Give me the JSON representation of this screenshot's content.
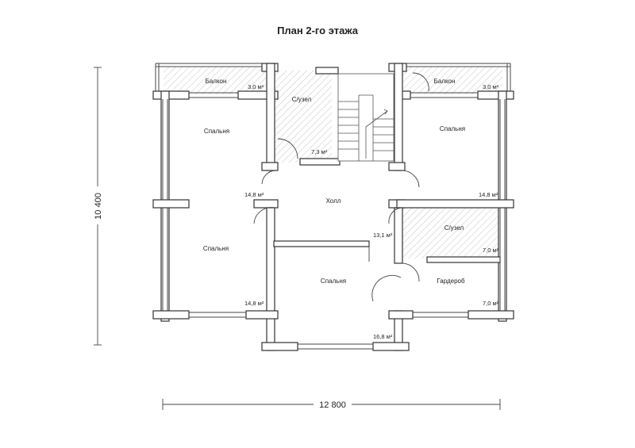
{
  "title": "План 2-го этажа",
  "dimensions": {
    "width": "12 800",
    "height": "10 400"
  },
  "rooms": {
    "balcony_left": {
      "name": "Балкон",
      "area": "3,0 м²"
    },
    "balcony_right": {
      "name": "Балкон",
      "area": "3,0 м²"
    },
    "bath_top": {
      "name": "С/узел",
      "area": "7,3 м²"
    },
    "bedroom_tl": {
      "name": "Спальня",
      "area": "14,8 м²"
    },
    "bedroom_tr": {
      "name": "Спальня",
      "area": "14,8 м²"
    },
    "hall": {
      "name": "Холл",
      "area": "13,1 м²"
    },
    "bedroom_bl": {
      "name": "Спальня",
      "area": "14,8 м²"
    },
    "bath_right": {
      "name": "С/узел",
      "area": "7,0 м²"
    },
    "bedroom_bottom": {
      "name": "Спальня",
      "area": "16,8 м²"
    },
    "wardrobe": {
      "name": "Гардероб",
      "area": "7,0 м²"
    }
  },
  "colors": {
    "wall": "#ffffff",
    "line": "#333333",
    "hatch": "#bbbbbb"
  }
}
